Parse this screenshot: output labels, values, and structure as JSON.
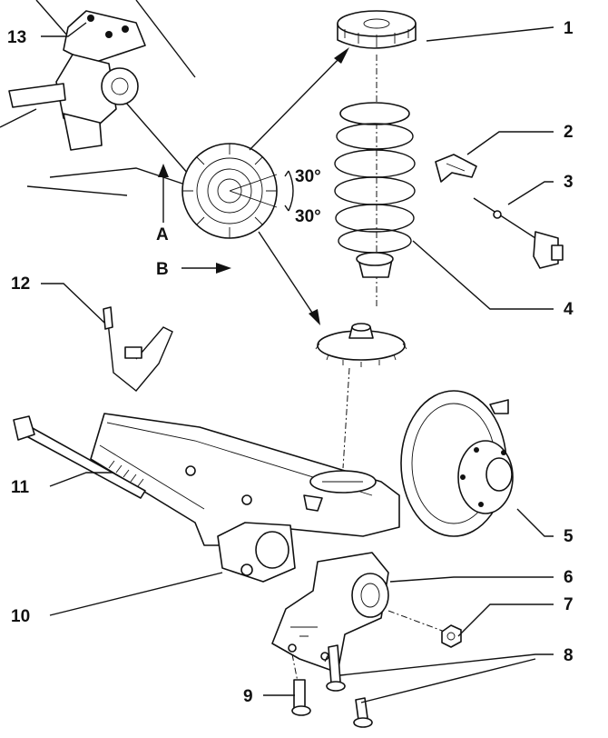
{
  "callouts": [
    {
      "id": "1",
      "text": "1"
    },
    {
      "id": "2",
      "text": "2"
    },
    {
      "id": "3",
      "text": "3"
    },
    {
      "id": "4",
      "text": "4"
    },
    {
      "id": "5",
      "text": "5"
    },
    {
      "id": "6",
      "text": "6"
    },
    {
      "id": "7",
      "text": "7"
    },
    {
      "id": "8",
      "text": "8"
    },
    {
      "id": "9",
      "text": "9"
    },
    {
      "id": "10",
      "text": "10"
    },
    {
      "id": "11",
      "text": "11"
    },
    {
      "id": "12",
      "text": "12"
    },
    {
      "id": "13",
      "text": "13"
    }
  ],
  "view_labels": {
    "a": "A",
    "b": "B"
  },
  "angles": {
    "upper": "30°",
    "lower": "30°"
  }
}
